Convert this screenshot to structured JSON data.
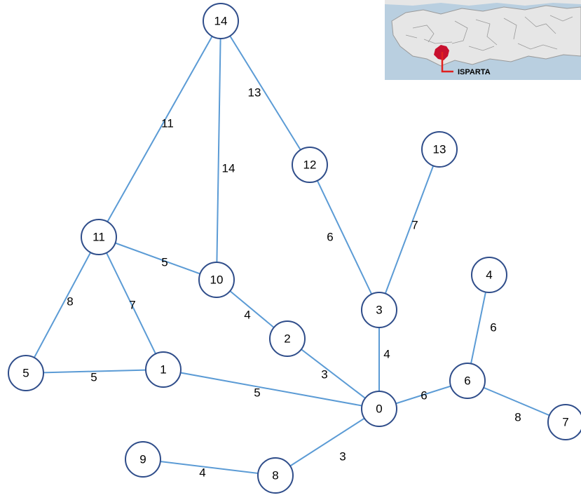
{
  "graph": {
    "colors": {
      "edge": "#5b9bd5",
      "node_border": "#2f4d8a",
      "node_fill": "#ffffff",
      "text": "#000000"
    },
    "nodes": [
      {
        "id": "14",
        "label": "14"
      },
      {
        "id": "13",
        "label": "13"
      },
      {
        "id": "12",
        "label": "12"
      },
      {
        "id": "11",
        "label": "11"
      },
      {
        "id": "10",
        "label": "10"
      },
      {
        "id": "4",
        "label": "4"
      },
      {
        "id": "3",
        "label": "3"
      },
      {
        "id": "2",
        "label": "2"
      },
      {
        "id": "5",
        "label": "5"
      },
      {
        "id": "1",
        "label": "1"
      },
      {
        "id": "6",
        "label": "6"
      },
      {
        "id": "0",
        "label": "0"
      },
      {
        "id": "7",
        "label": "7"
      },
      {
        "id": "9",
        "label": "9"
      },
      {
        "id": "8",
        "label": "8"
      }
    ],
    "edges": [
      {
        "from": "14",
        "to": "11",
        "weight": "11"
      },
      {
        "from": "14",
        "to": "10",
        "weight": "14"
      },
      {
        "from": "14",
        "to": "12",
        "weight": "13"
      },
      {
        "from": "12",
        "to": "3",
        "weight": "6"
      },
      {
        "from": "13",
        "to": "3",
        "weight": "7"
      },
      {
        "from": "11",
        "to": "10",
        "weight": "5"
      },
      {
        "from": "11",
        "to": "5",
        "weight": "8"
      },
      {
        "from": "11",
        "to": "1",
        "weight": "7"
      },
      {
        "from": "10",
        "to": "2",
        "weight": "4"
      },
      {
        "from": "5",
        "to": "1",
        "weight": "5"
      },
      {
        "from": "1",
        "to": "0",
        "weight": "5"
      },
      {
        "from": "2",
        "to": "0",
        "weight": "3"
      },
      {
        "from": "3",
        "to": "0",
        "weight": "4"
      },
      {
        "from": "0",
        "to": "6",
        "weight": "6"
      },
      {
        "from": "4",
        "to": "6",
        "weight": "6"
      },
      {
        "from": "6",
        "to": "7",
        "weight": "8"
      },
      {
        "from": "0",
        "to": "8",
        "weight": "3"
      },
      {
        "from": "9",
        "to": "8",
        "weight": "4"
      }
    ]
  },
  "map_inset": {
    "label": "ISPARTA",
    "colors": {
      "land": "#e6e6e6",
      "sea": "#b9cfe0",
      "border": "#9a9a9a",
      "highlight": "#c8102e",
      "pointer": "#e0201f"
    }
  }
}
